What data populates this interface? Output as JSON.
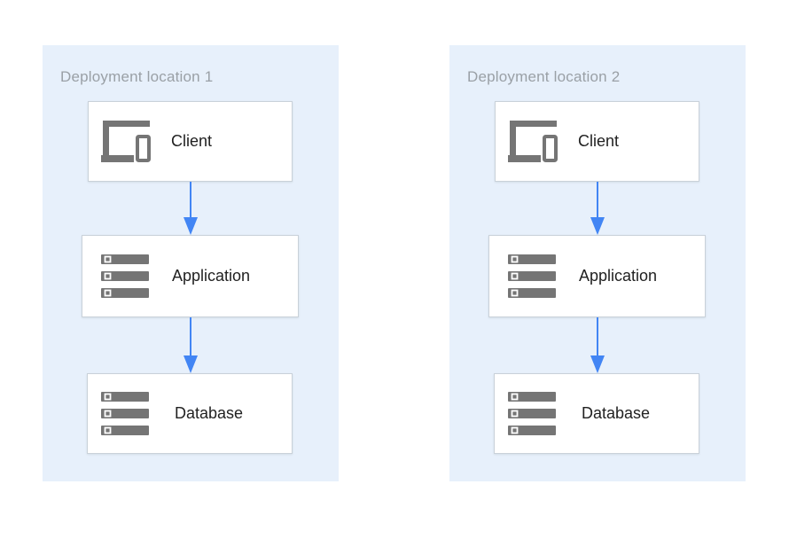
{
  "diagram": {
    "panels": [
      {
        "title": "Deployment location 1",
        "nodes": [
          {
            "label": "Client",
            "icon": "devices-icon"
          },
          {
            "label": "Application",
            "icon": "storage-icon"
          },
          {
            "label": "Database",
            "icon": "storage-icon"
          }
        ],
        "connections": [
          {
            "from": "Client",
            "to": "Application"
          },
          {
            "from": "Application",
            "to": "Database"
          }
        ]
      },
      {
        "title": "Deployment location 2",
        "nodes": [
          {
            "label": "Client",
            "icon": "devices-icon"
          },
          {
            "label": "Application",
            "icon": "storage-icon"
          },
          {
            "label": "Database",
            "icon": "storage-icon"
          }
        ],
        "connections": [
          {
            "from": "Client",
            "to": "Application"
          },
          {
            "from": "Application",
            "to": "Database"
          }
        ]
      }
    ],
    "colors": {
      "panel_background": "#e7f0fb",
      "node_background": "#ffffff",
      "node_border": "#c9d1d9",
      "arrow_blue": "#4285f4",
      "icon_gray": "#757575",
      "title_gray": "#9aa0a6",
      "label_text": "#212121"
    }
  }
}
